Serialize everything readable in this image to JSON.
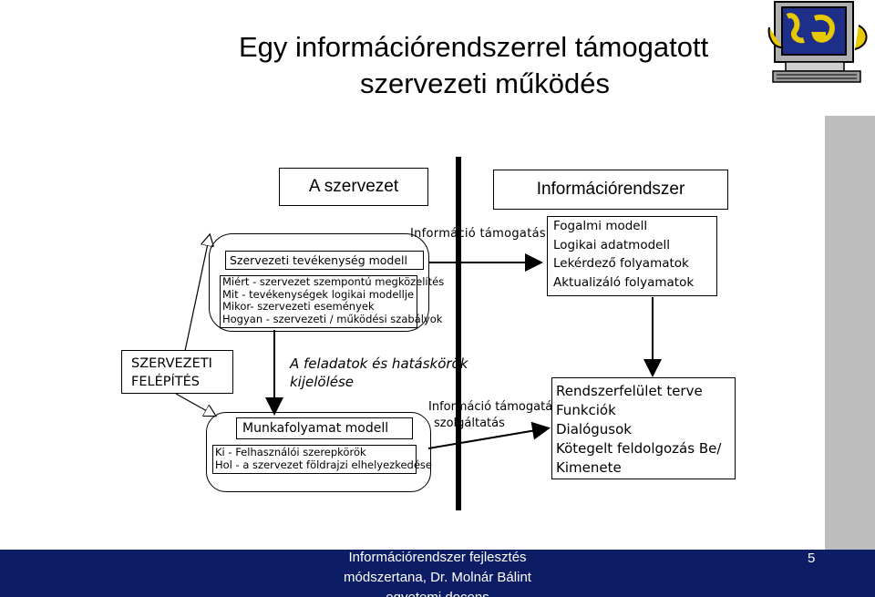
{
  "slide": {
    "title_line1": "Egy információrendszerrel támogatott",
    "title_line2": "szervezeti  működés",
    "page_number": "5"
  },
  "left_header": "A szervezet",
  "right_header": "Információrendszer",
  "info_support_top": "Információ támogatás",
  "org_activity_model": {
    "title": "Szervezeti tevékenység modell",
    "lines": [
      "Miért - szervezet szempontú megközelítés",
      "Mit - tevékenységek logikai modellje",
      "Mikor- szervezeti események",
      "Hogyan - szervezeti / működési szabályok"
    ]
  },
  "data_model": {
    "lines": [
      "Fogalmi modell",
      "Logikai adatmodell",
      "Lekérdező folyamatok",
      "Aktualizáló folyamatok"
    ]
  },
  "org_structure": {
    "line1": "SZERVEZETI",
    "line2": "FELÉPÍTÉS"
  },
  "tasks": {
    "line1": "A feladatok és hatáskörök",
    "line2": "kijelölése"
  },
  "workflow_model": {
    "title": "Munkafolyamat modell",
    "lines": [
      "Ki - Felhasználói szerepkörök",
      "Hol - a szervezet földrajzi elhelyezkedése"
    ]
  },
  "info_support_service": {
    "line1": "Információ támogatási",
    "line2": "szolgáltatás"
  },
  "system_interface": {
    "lines": [
      "Rendszerfelület terve",
      "Funkciók",
      "Dialógusok",
      "Kötegelt feldolgozás Be/",
      "Kimenete"
    ]
  },
  "footer": {
    "line1": "Információrendszer fejlesztés",
    "line2": "módszertana, Dr. Molnár Bálint",
    "line3": "egyetemi docens"
  }
}
